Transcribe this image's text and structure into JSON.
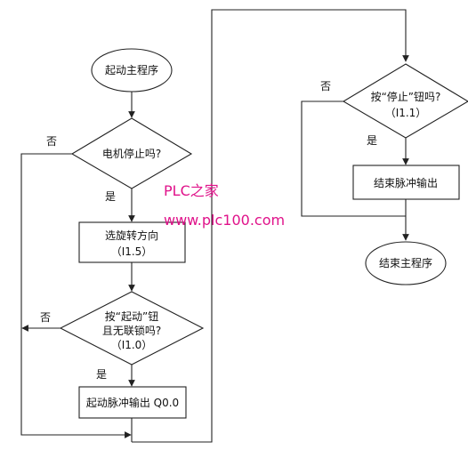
{
  "flowchart": {
    "left": {
      "start": "起动主程序",
      "decision_motor": "电机停止吗?",
      "yes_1": "是",
      "no_1": "否",
      "select_dir_line1": "选旋转方向",
      "select_dir_line2": "（I1.5）",
      "decision_start_line1": "按“起动”钮",
      "decision_start_line2": "且无联锁吗?",
      "decision_start_line3": "（I1.0）",
      "yes_2": "是",
      "no_2": "否",
      "start_pulse": "起动脉冲输出 Q0.0"
    },
    "right": {
      "decision_stop_line1": "按“停止”钮吗?",
      "decision_stop_line2": "（I1.1）",
      "yes_3": "是",
      "no_3": "否",
      "end_pulse": "结束脉冲输出",
      "end": "结束主程序"
    }
  },
  "watermark": {
    "title": "PLC之家",
    "url": "www.plc100.com"
  }
}
